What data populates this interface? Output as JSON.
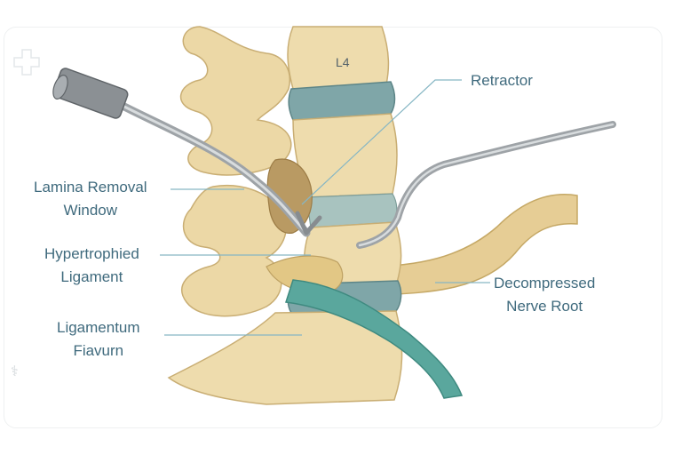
{
  "vertebra_label": "L4",
  "labels": {
    "retractor": "Retractor",
    "lamina_line1": "Lamina Removal",
    "lamina_line2": "Window",
    "hyper_line1": "Hypertrophied",
    "hyper_line2": "Ligament",
    "flavum_line1": "Ligamentum",
    "flavum_line2": "Fiavurn",
    "nerve_line1": "Decompressed",
    "nerve_line2": "Nerve Root"
  },
  "colors": {
    "bone": "#eedcad",
    "bone_shadow": "#c9ae74",
    "disc": "#7fa6a8",
    "nerve": "#e0c68e",
    "nerve_green": "#5aa79d",
    "instrument": "#9ea3a7",
    "label": "#3f6a7d",
    "leader": "#86b6c4"
  },
  "icons": [
    "medical-cross-icon",
    "caduceus-icon"
  ]
}
